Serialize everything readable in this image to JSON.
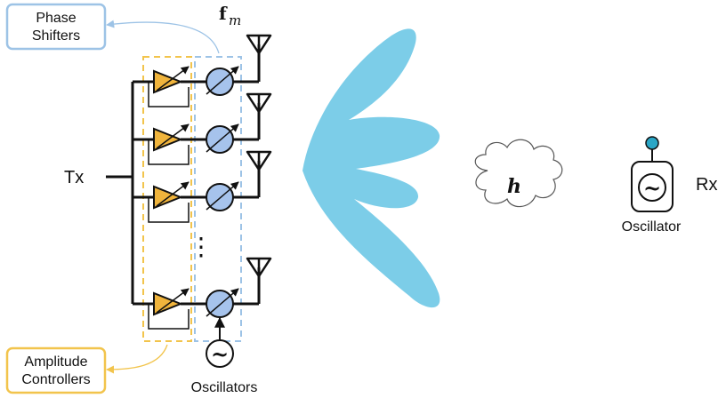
{
  "labels": {
    "phase_shifters_line1": "Phase",
    "phase_shifters_line2": "Shifters",
    "amplitude_controllers_line1": "Amplitude",
    "amplitude_controllers_line2": "Controllers",
    "tx": "Tx",
    "rx": "Rx",
    "fm_symbol": "f",
    "fm_subscript": "m",
    "channel_symbol": "h",
    "oscillators": "Oscillators",
    "oscillator": "Oscillator",
    "vertical_dots": "⋮",
    "oscillator_glyph": "~"
  },
  "colors": {
    "phase_shifter_border": "#9dc3e6",
    "amplitude_controller_border": "#f2c44c",
    "amplifier_fill": "#f0b43c",
    "phase_shifter_fill": "#a6c3ec",
    "beam_fill": "#7ccde8",
    "rx_dot_fill": "#2aa6c6"
  }
}
